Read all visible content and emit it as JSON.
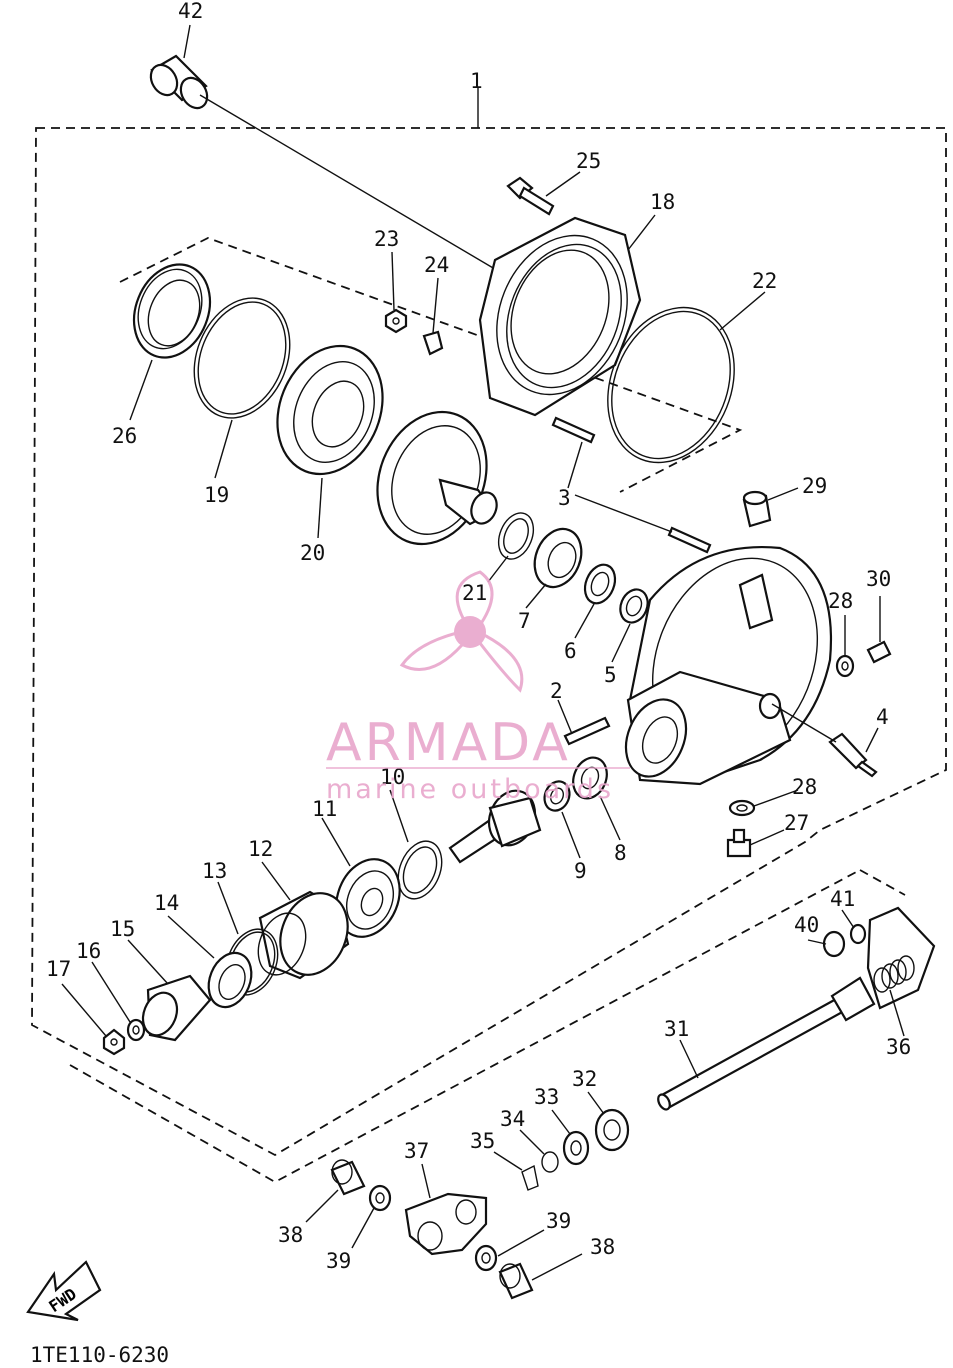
{
  "callouts": {
    "c1": "1",
    "c2": "2",
    "c3": "3",
    "c4": "4",
    "c5": "5",
    "c6": "6",
    "c7": "7",
    "c8": "8",
    "c9": "9",
    "c10": "10",
    "c11": "11",
    "c12": "12",
    "c13": "13",
    "c14": "14",
    "c15": "15",
    "c16": "16",
    "c17": "17",
    "c18": "18",
    "c19": "19",
    "c20": "20",
    "c21": "21",
    "c22": "22",
    "c23": "23",
    "c24": "24",
    "c25": "25",
    "c26": "26",
    "c27": "27",
    "c28a": "28",
    "c28b": "28",
    "c29": "29",
    "c30": "30",
    "c31": "31",
    "c32": "32",
    "c33": "33",
    "c34": "34",
    "c35": "35",
    "c36": "36",
    "c37": "37",
    "c38a": "38",
    "c38b": "38",
    "c39a": "39",
    "c39b": "39",
    "c40": "40",
    "c41": "41",
    "c42": "42"
  },
  "fwd_label": "FWD",
  "diagram_code": "1TE110-6230",
  "watermark": {
    "brand": "ARMADA",
    "tagline": "marine outboards",
    "color": "#e8a6cc"
  }
}
